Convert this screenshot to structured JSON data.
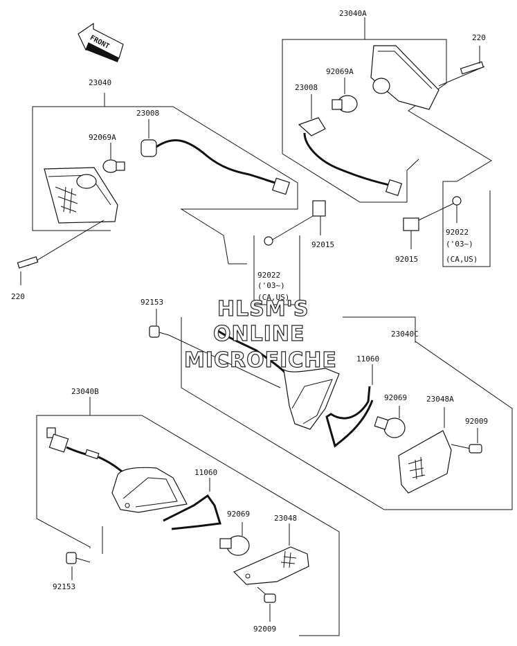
{
  "front_arrow": {
    "label": "FRONT",
    "icon": "front-arrow-icon"
  },
  "watermark": {
    "line1": "HLSM'S",
    "line2": "ONLINE",
    "line3": "MICROFICHE"
  },
  "labels": {
    "a23040": "23040",
    "a23008": "23008",
    "a92069A": "92069A",
    "a220": "220",
    "b23040A": "23040A",
    "b220": "220",
    "b92069A": "92069A",
    "b23008": "23008",
    "c92015": "92015",
    "c92022": "92022",
    "c03": "('03~)",
    "cCAUS": "(CA,US)",
    "d92015": "92015",
    "d92022": "92022",
    "d03": "('03~)",
    "dCAUS": "(CA,US)",
    "e92153": "92153",
    "e23040C": "23040C",
    "e11060": "11060",
    "e92069": "92069",
    "e23048A": "23048A",
    "e92009": "92009",
    "f23040B": "23040B",
    "f11060": "11060",
    "f92069": "92069",
    "f23048": "23048",
    "f92153": "92153",
    "f92009": "92009"
  }
}
